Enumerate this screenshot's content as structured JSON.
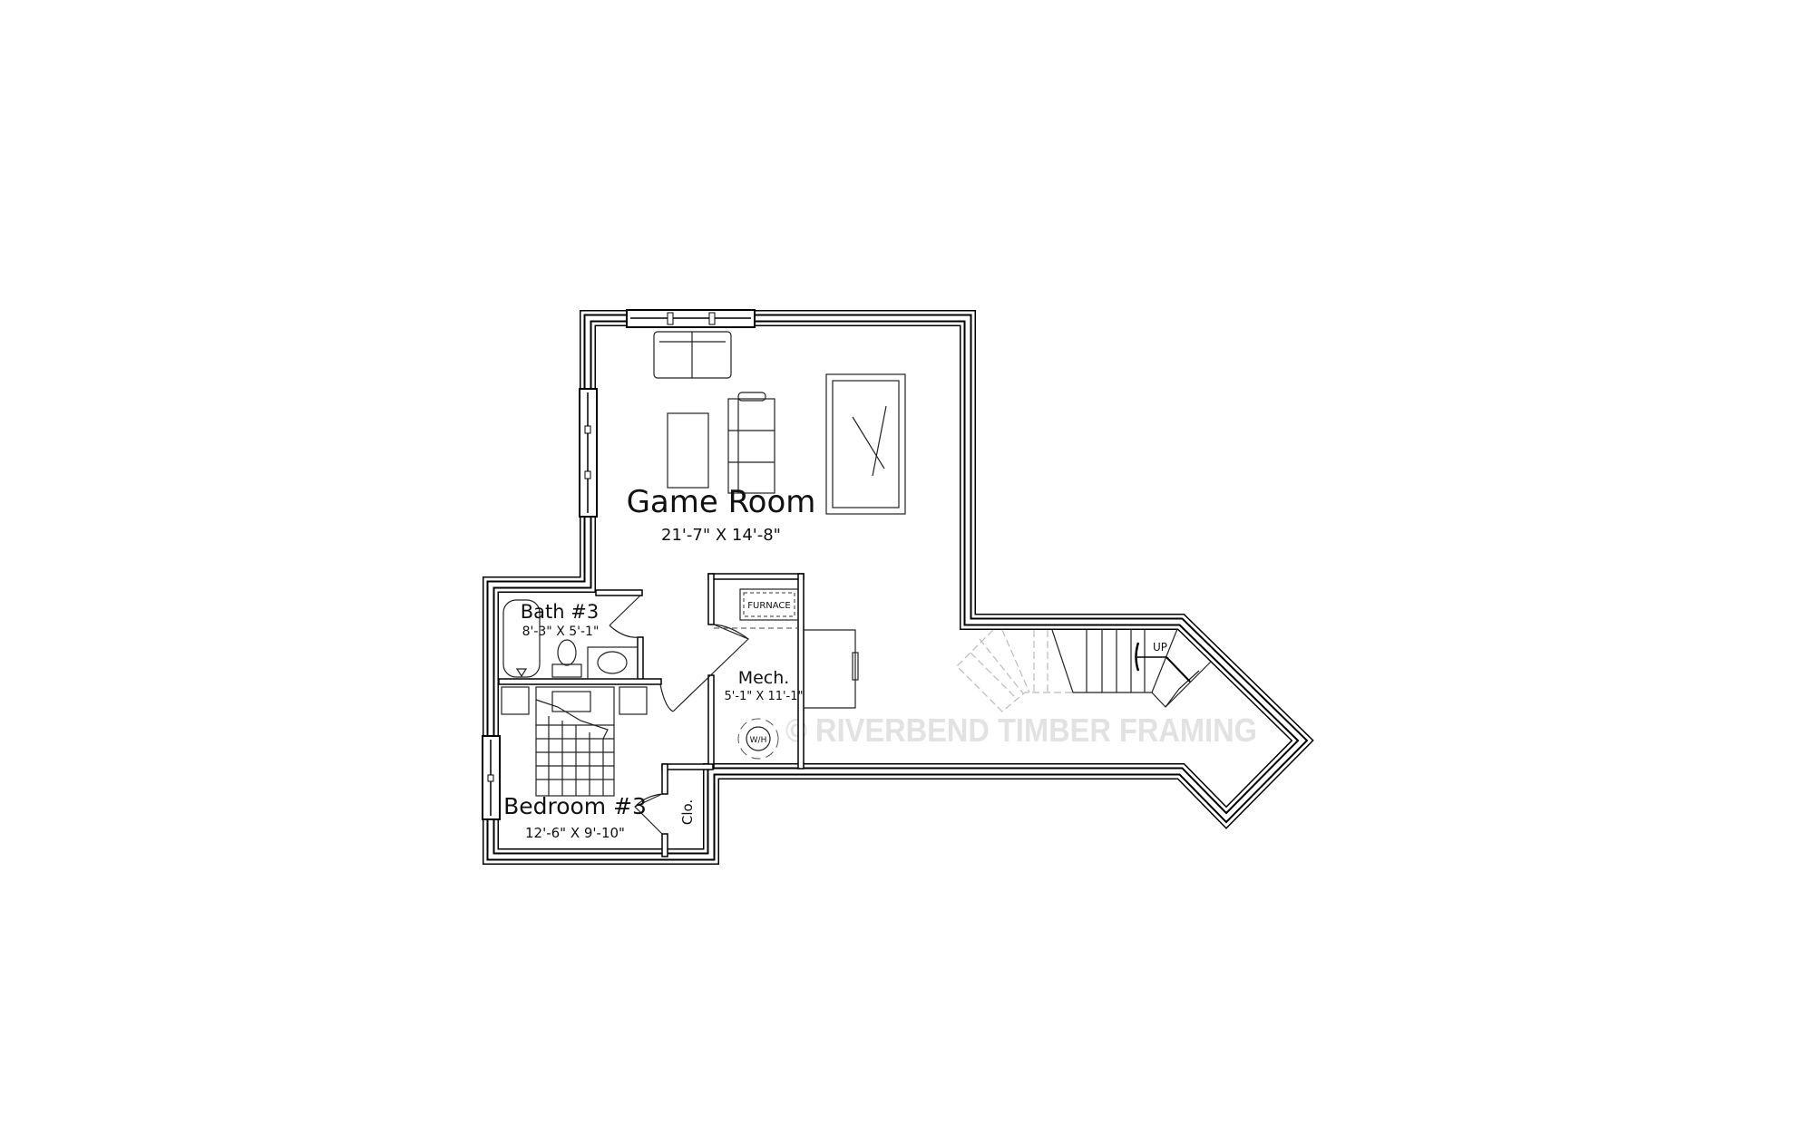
{
  "rooms": {
    "game_room": {
      "name": "Game Room",
      "dims": "21'-7\" X 14'-8\""
    },
    "bath": {
      "name": "Bath #3",
      "dims": "8'-3\" X 5'-1\""
    },
    "mech": {
      "name": "Mech.",
      "dims": "5'-1\" X 11'-1\""
    },
    "bedroom": {
      "name": "Bedroom #3",
      "dims": "12'-6\" X 9'-10\""
    },
    "closet": {
      "name": "Clo."
    }
  },
  "fixtures": {
    "furnace": "FURNACE",
    "water_heater": "W/H"
  },
  "stairs": {
    "label": "UP"
  },
  "watermark": "© RIVERBEND TIMBER FRAMING",
  "colors": {
    "wall": "#000000",
    "watermark": "#e2e2e2",
    "background": "#ffffff"
  }
}
